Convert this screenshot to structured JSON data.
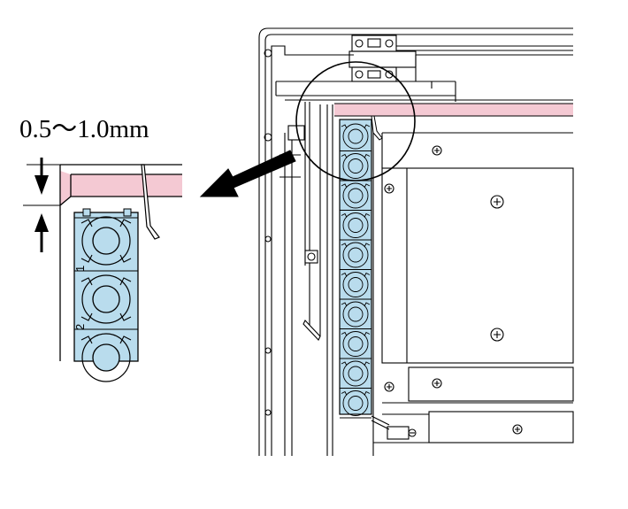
{
  "dimension_label": "0.5～1.0mm",
  "cell_numbers": [
    "1",
    "2"
  ],
  "colors": {
    "line": "#000000",
    "pink_strip": "#f4c9d3",
    "cell_fill": "#b9dced",
    "background": "#ffffff"
  }
}
